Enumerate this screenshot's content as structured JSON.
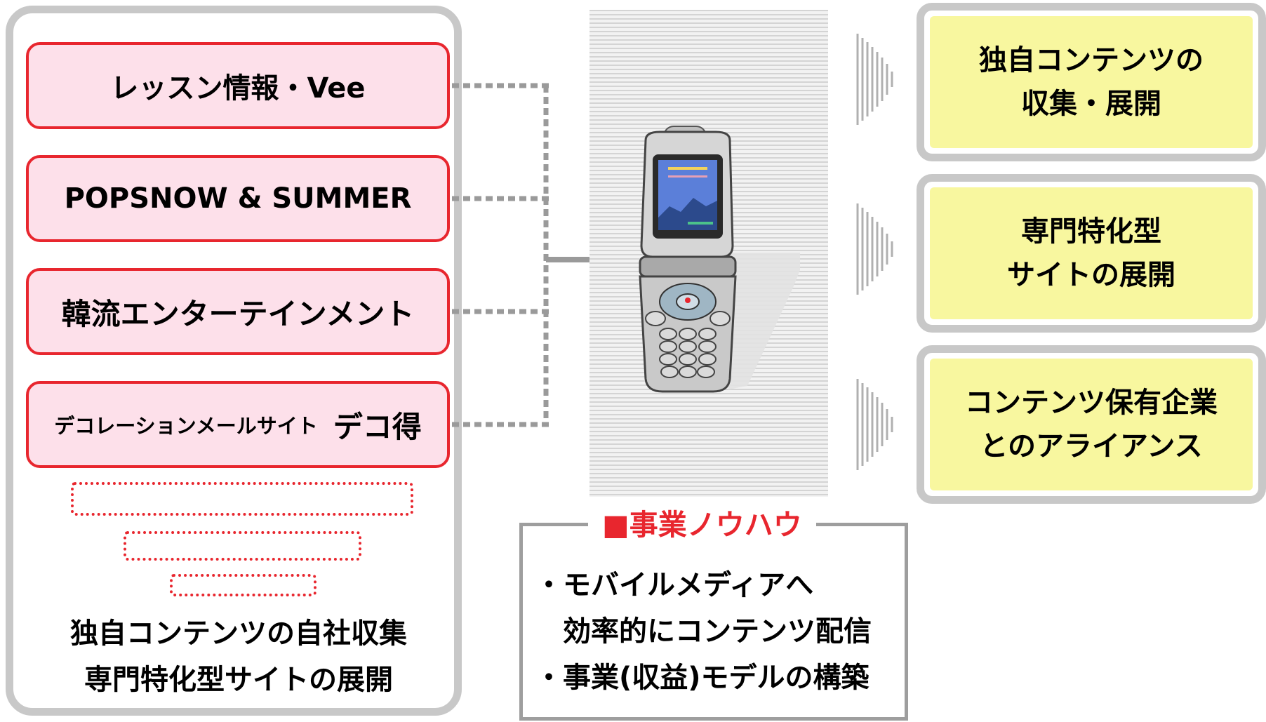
{
  "left_panel": {
    "items": [
      {
        "label": "レッスン情報・Vee"
      },
      {
        "label": "POPSNOW & SUMMER"
      },
      {
        "label": "韓流エンターテインメント"
      },
      {
        "label_small": "デコレーションメールサイト",
        "label": "デコ得"
      }
    ],
    "footer_lines": [
      "独自コンテンツの自社収集",
      "専門特化型サイトの展開"
    ]
  },
  "right_boxes": [
    {
      "lines": [
        "独自コンテンツの",
        "収集・展開"
      ]
    },
    {
      "lines": [
        "専門特化型",
        "サイトの展開"
      ]
    },
    {
      "lines": [
        "コンテンツ保有企業",
        "とのアライアンス"
      ]
    }
  ],
  "knowhow": {
    "title": "■事業ノウハウ",
    "lines": [
      "・モバイルメディアへ",
      "　効率的にコンテンツ配信",
      "・事業(収益)モデルの構築"
    ]
  },
  "colors": {
    "accent_red": "#e8262e",
    "pink_fill": "#fde0ea",
    "yellow_fill": "#f8f79f",
    "gray_border": "#c8c8c8"
  },
  "icons": {
    "phone": "flip-phone-icon",
    "arrow": "chevron-right-arrow-icon"
  }
}
